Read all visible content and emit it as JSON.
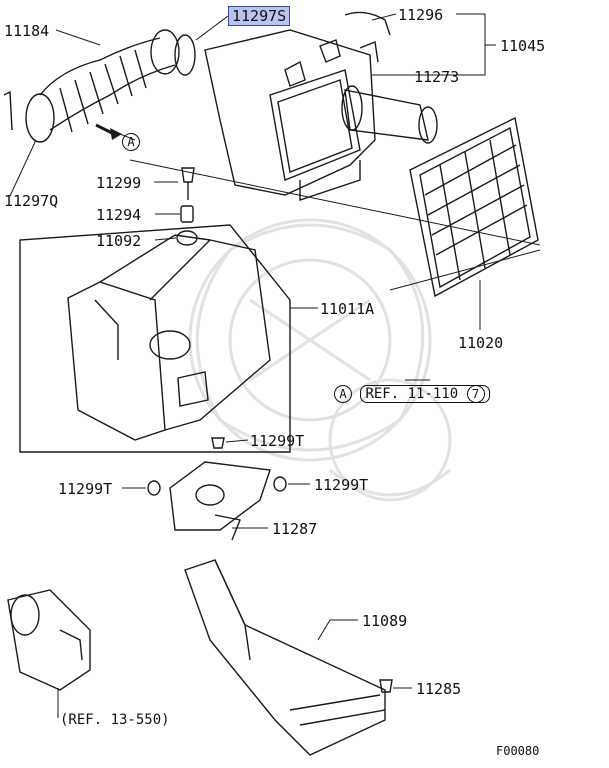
{
  "labels": {
    "p11184": "11184",
    "p11297S": "11297S",
    "p11296": "11296",
    "p11045": "11045",
    "p11273": "11273",
    "p11297Q": "11297Q",
    "p11299": "11299",
    "p11294": "11294",
    "p11092": "11092",
    "p11011A": "11011A",
    "p11020": "11020",
    "p11299T_a": "11299T",
    "p11299T_b": "11299T",
    "p11299T_c": "11299T",
    "p11287": "11287",
    "p11089": "11089",
    "p11285": "11285"
  },
  "refs": {
    "arrow_marker": "A",
    "ref_marker": "A",
    "ref_11": "REF. 11-110",
    "ref_11_circle": "7",
    "ref_13": "(REF. 13-550)"
  },
  "code": "F00080",
  "colors": {
    "line": "#1a1a1a",
    "highlight_fill": "#b9c3ee",
    "highlight_border": "#3a4aa8",
    "watermark": "#e4e4e4"
  }
}
